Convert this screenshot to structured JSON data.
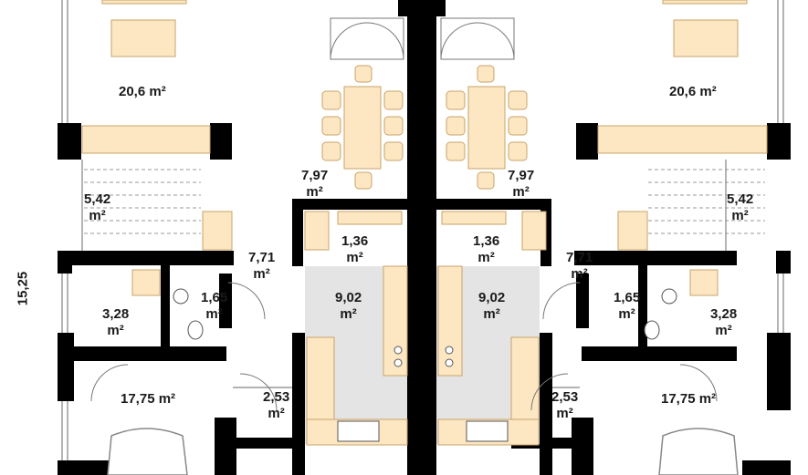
{
  "dimension": {
    "height_label": "15,25"
  },
  "rooms": {
    "living_left": "20,6 m²",
    "living_right": "20,6 m²",
    "dining_left": [
      "7,97",
      "m²"
    ],
    "dining_right": [
      "7,97",
      "m²"
    ],
    "stairs_left": [
      "5,42",
      "m²"
    ],
    "stairs_right": [
      "5,42",
      "m²"
    ],
    "pantry_left": [
      "1,36",
      "m²"
    ],
    "pantry_right": [
      "1,36",
      "m²"
    ],
    "hall_left": [
      "7,71",
      "m²"
    ],
    "hall_right": [
      "7,71",
      "m²"
    ],
    "wc_left": [
      "1,65",
      "m²"
    ],
    "wc_right": [
      "1,65",
      "m²"
    ],
    "boiler_left": [
      "3,28",
      "m²"
    ],
    "boiler_right": [
      "3,28",
      "m²"
    ],
    "kitchen_left": [
      "9,02",
      "m²"
    ],
    "kitchen_right": [
      "9,02",
      "m²"
    ],
    "garage_left": "17,75 m²",
    "garage_right": "17,75 m²",
    "vestibule_left": [
      "2,53",
      "m²"
    ],
    "vestibule_right": [
      "2,53",
      "m²"
    ]
  },
  "colors": {
    "wall": "#000000",
    "furniture": "#fde7c2",
    "furniture_stroke": "#c8a36a",
    "kitchen_floor": "#e6e6e6",
    "wall_line": "#888888"
  }
}
